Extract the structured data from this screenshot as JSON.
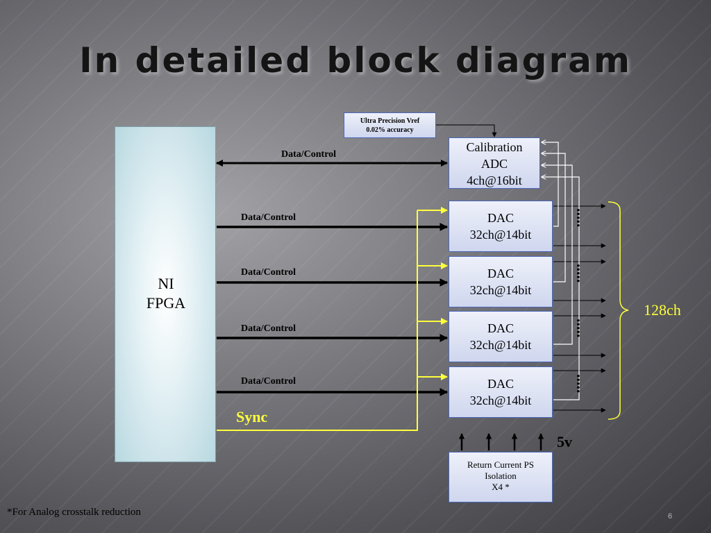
{
  "title": "In detailed block diagram",
  "blocks": {
    "fpga": [
      "NI",
      "FPGA"
    ],
    "vref": [
      "Ultra Precision Vref",
      "0.02% accuracy"
    ],
    "cal_adc": [
      "Calibration",
      "ADC",
      "4ch@16bit"
    ],
    "dac": [
      "DAC",
      "32ch@14bit"
    ],
    "ps": [
      "Return Current PS",
      "Isolation",
      "X4 *"
    ]
  },
  "links": {
    "adc_link": "Data/Control",
    "dac_links": [
      "Data/Control",
      "Data/Control",
      "Data/Control",
      "Data/Control"
    ]
  },
  "sync_label": "Sync",
  "channels_label": "128ch",
  "supply_label": "5v",
  "dots": ".....",
  "footnote": "*For Analog crosstalk reduction",
  "page_number": "6",
  "colors": {
    "sync": "#ffff3c",
    "arrow": "#000000",
    "feedback": "#ffffff"
  }
}
